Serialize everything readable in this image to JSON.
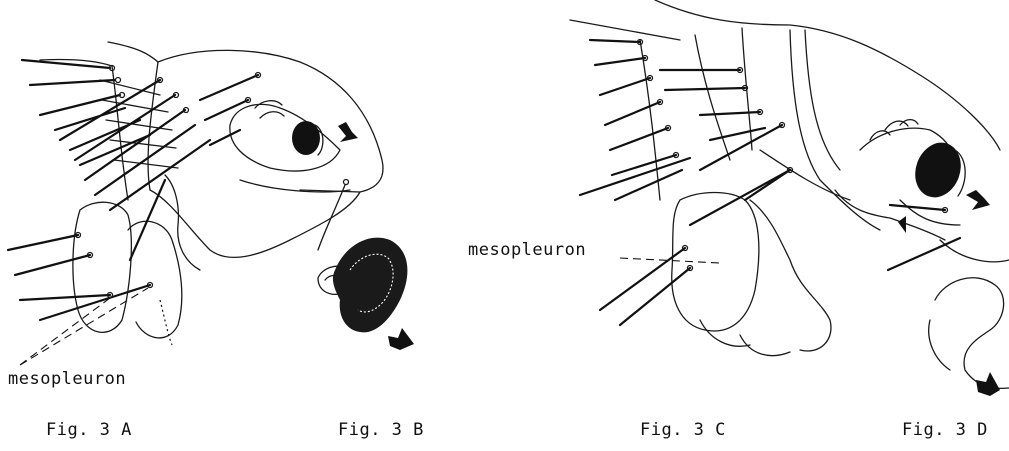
{
  "labels": {
    "mesopleuron_a": "mesopleuron",
    "mesopleuron_c": "mesopleuron"
  },
  "captions": {
    "fig_3a": "Fig. 3 A",
    "fig_3b": "Fig. 3 B",
    "fig_3c": "Fig. 3 C",
    "fig_3d": "Fig. 3 D"
  },
  "colors": {
    "ink": "#111111",
    "paper": "#ffffff"
  }
}
